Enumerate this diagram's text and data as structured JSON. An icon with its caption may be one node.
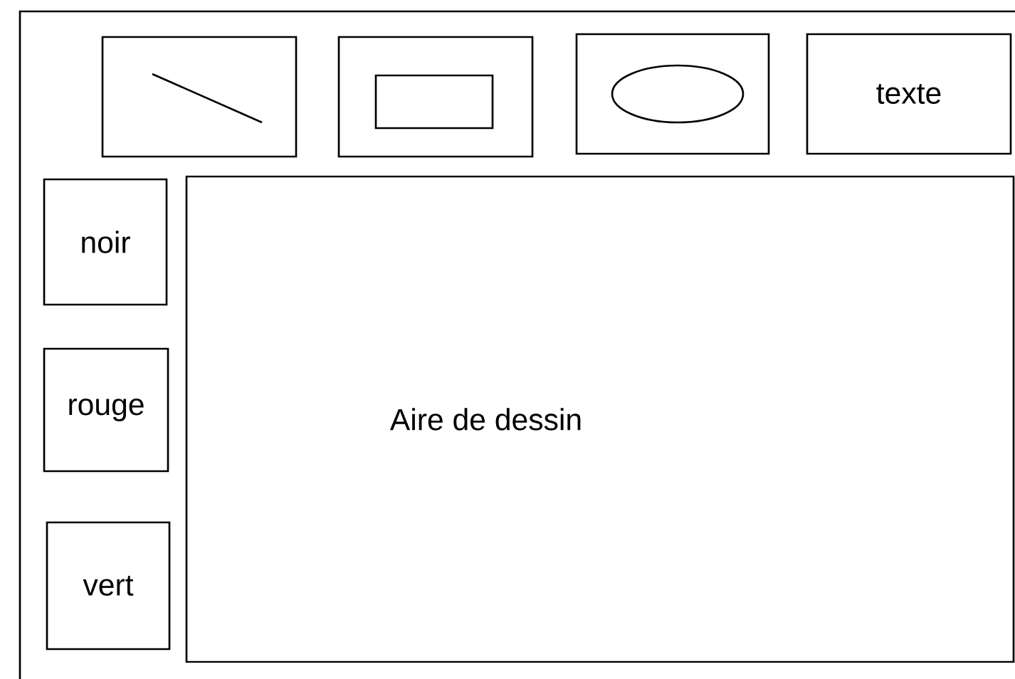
{
  "diagram": {
    "nodes": [
      {
        "text": [],
        "shape": "box"
      },
      {
        "text": [],
        "shape": "box"
      },
      {
        "text": [],
        "shape": "box"
      },
      {
        "text": [
          "texte"
        ]
      },
      {
        "text": [
          "noir"
        ]
      },
      {
        "text": [
          "rouge"
        ]
      },
      {
        "text": [
          "vert"
        ]
      },
      {
        "text": [
          "Aire de dessin"
        ]
      }
    ]
  }
}
